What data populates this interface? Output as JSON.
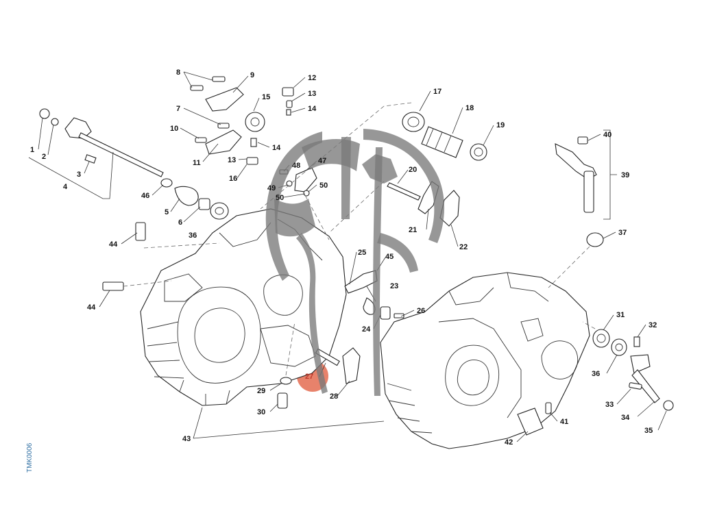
{
  "drawing_code": "TMK0006",
  "highlight": {
    "label": "27",
    "color": "#e8826b"
  },
  "colors": {
    "callout_text": "#111111",
    "drawing_code": "#2f6fa3",
    "watermark": "#7a7a7a"
  },
  "callouts": [
    {
      "label": "1"
    },
    {
      "label": "2"
    },
    {
      "label": "3"
    },
    {
      "label": "4"
    },
    {
      "label": "5"
    },
    {
      "label": "6"
    },
    {
      "label": "7"
    },
    {
      "label": "8"
    },
    {
      "label": "9"
    },
    {
      "label": "10"
    },
    {
      "label": "11"
    },
    {
      "label": "12"
    },
    {
      "label": "13"
    },
    {
      "label": "14"
    },
    {
      "label": "15"
    },
    {
      "label": "14"
    },
    {
      "label": "13"
    },
    {
      "label": "16"
    },
    {
      "label": "17"
    },
    {
      "label": "18"
    },
    {
      "label": "19"
    },
    {
      "label": "20"
    },
    {
      "label": "21"
    },
    {
      "label": "22"
    },
    {
      "label": "23"
    },
    {
      "label": "24"
    },
    {
      "label": "25"
    },
    {
      "label": "26"
    },
    {
      "label": "27"
    },
    {
      "label": "28"
    },
    {
      "label": "29"
    },
    {
      "label": "30"
    },
    {
      "label": "31"
    },
    {
      "label": "32"
    },
    {
      "label": "33"
    },
    {
      "label": "34"
    },
    {
      "label": "35"
    },
    {
      "label": "36"
    },
    {
      "label": "36"
    },
    {
      "label": "37"
    },
    {
      "label": "39"
    },
    {
      "label": "40"
    },
    {
      "label": "41"
    },
    {
      "label": "42"
    },
    {
      "label": "43"
    },
    {
      "label": "44"
    },
    {
      "label": "44"
    },
    {
      "label": "45"
    },
    {
      "label": "46"
    },
    {
      "label": "47"
    },
    {
      "label": "48"
    },
    {
      "label": "49"
    },
    {
      "label": "50"
    },
    {
      "label": "50"
    }
  ]
}
